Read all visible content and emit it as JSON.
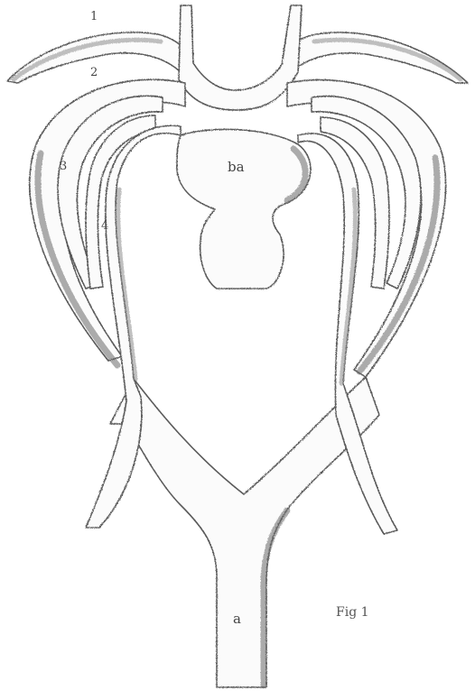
{
  "labels": {
    "arch_1": "1",
    "arch_2": "2",
    "arch_3": "3",
    "arch_4": "4",
    "bulbus": "ba",
    "aorta": "a",
    "figure": "Fig 1"
  }
}
